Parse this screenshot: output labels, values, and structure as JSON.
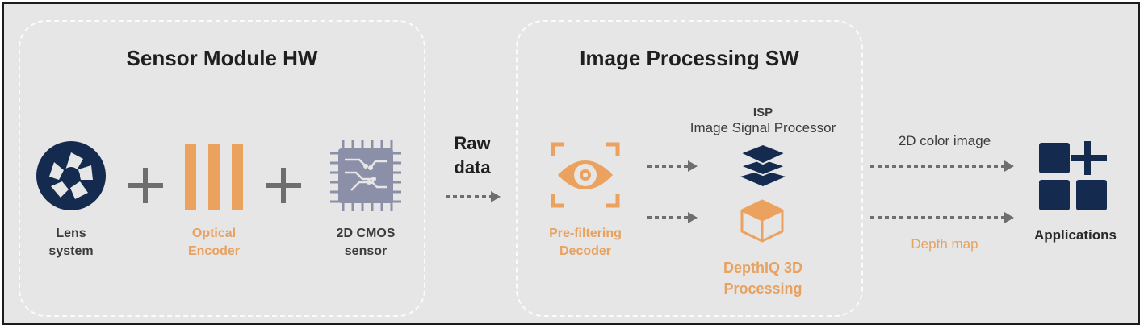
{
  "groups": {
    "sensor_hw": {
      "title": "Sensor Module HW"
    },
    "image_sw": {
      "title": "Image Processing SW"
    }
  },
  "sensor": {
    "lens_label_line1": "Lens",
    "lens_label_line2": "system",
    "encoder_label_line1": "Optical",
    "encoder_label_line2": "Encoder",
    "cmos_label_line1": "2D CMOS",
    "cmos_label_line2": "sensor"
  },
  "raw_data": {
    "line1": "Raw",
    "line2": "data"
  },
  "software": {
    "decoder_label_line1": "Pre-filtering",
    "decoder_label_line2": "Decoder",
    "isp_title": "ISP",
    "isp_subtitle": "Image Signal Processor",
    "depthiq_line1": "DepthIQ 3D",
    "depthiq_line2": "Processing"
  },
  "outputs": {
    "color_image_label": "2D color image",
    "depth_map_label": "Depth map",
    "applications_label": "Applications"
  },
  "colors": {
    "navy": "#142a4f",
    "orange": "#eca25f",
    "gray": "#6e6e6e",
    "chip_gray": "#8c8fa8"
  }
}
